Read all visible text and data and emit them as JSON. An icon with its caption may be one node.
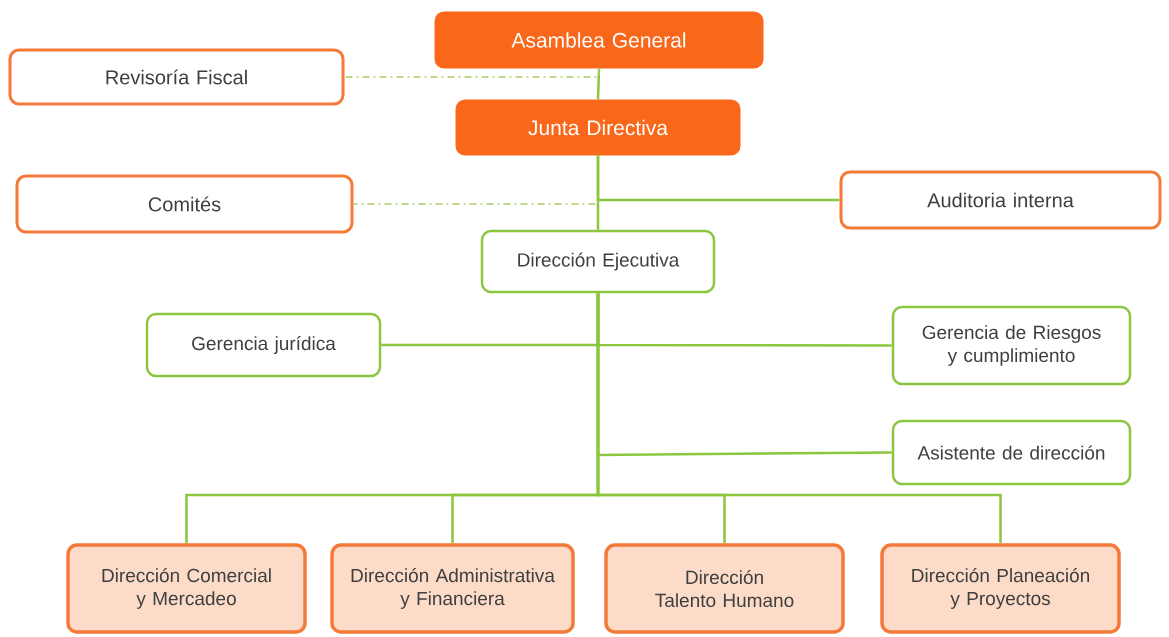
{
  "diagram": {
    "nodes": [
      {
        "text": [
          "Asamblea General"
        ]
      },
      {
        "text": [
          "Revisoría Fiscal"
        ]
      },
      {
        "text": [
          "Junta Directiva"
        ]
      },
      {
        "text": [
          "Comités"
        ]
      },
      {
        "text": [
          "Auditoria interna"
        ]
      },
      {
        "text": [
          "Dirección Ejecutiva"
        ]
      },
      {
        "text": [
          "Gerencia jurídica"
        ]
      },
      {
        "text": [
          "Gerencia de Riesgos y cumplimiento"
        ]
      },
      {
        "text": [
          "Asistente de dirección"
        ]
      },
      {
        "text": [
          "Dirección Comercial y Mercadeo"
        ]
      },
      {
        "text": [
          "Dirección Administrativa y Financiera"
        ]
      },
      {
        "text": [
          "Dirección Talento Humano"
        ]
      },
      {
        "text": [
          "Dirección Planeación y Proyectos"
        ]
      }
    ],
    "edges": [
      {
        "from": 0,
        "to": 2,
        "arrow": "none"
      },
      {
        "from": 0,
        "to": 1,
        "arrow": "none",
        "style": "dashed"
      },
      {
        "from": 2,
        "to": 5,
        "arrow": "none"
      },
      {
        "from": 2,
        "to": 3,
        "arrow": "none",
        "style": "dashed"
      },
      {
        "from": 2,
        "to": 4,
        "arrow": "none"
      },
      {
        "from": 5,
        "to": 6,
        "arrow": "none"
      },
      {
        "from": 5,
        "to": 7,
        "arrow": "none"
      },
      {
        "from": 5,
        "to": 8,
        "arrow": "none"
      },
      {
        "from": 5,
        "to": 9,
        "arrow": "none"
      },
      {
        "from": 5,
        "to": 10,
        "arrow": "none"
      },
      {
        "from": 5,
        "to": 11,
        "arrow": "none"
      },
      {
        "from": 5,
        "to": 12,
        "arrow": "none"
      }
    ]
  }
}
